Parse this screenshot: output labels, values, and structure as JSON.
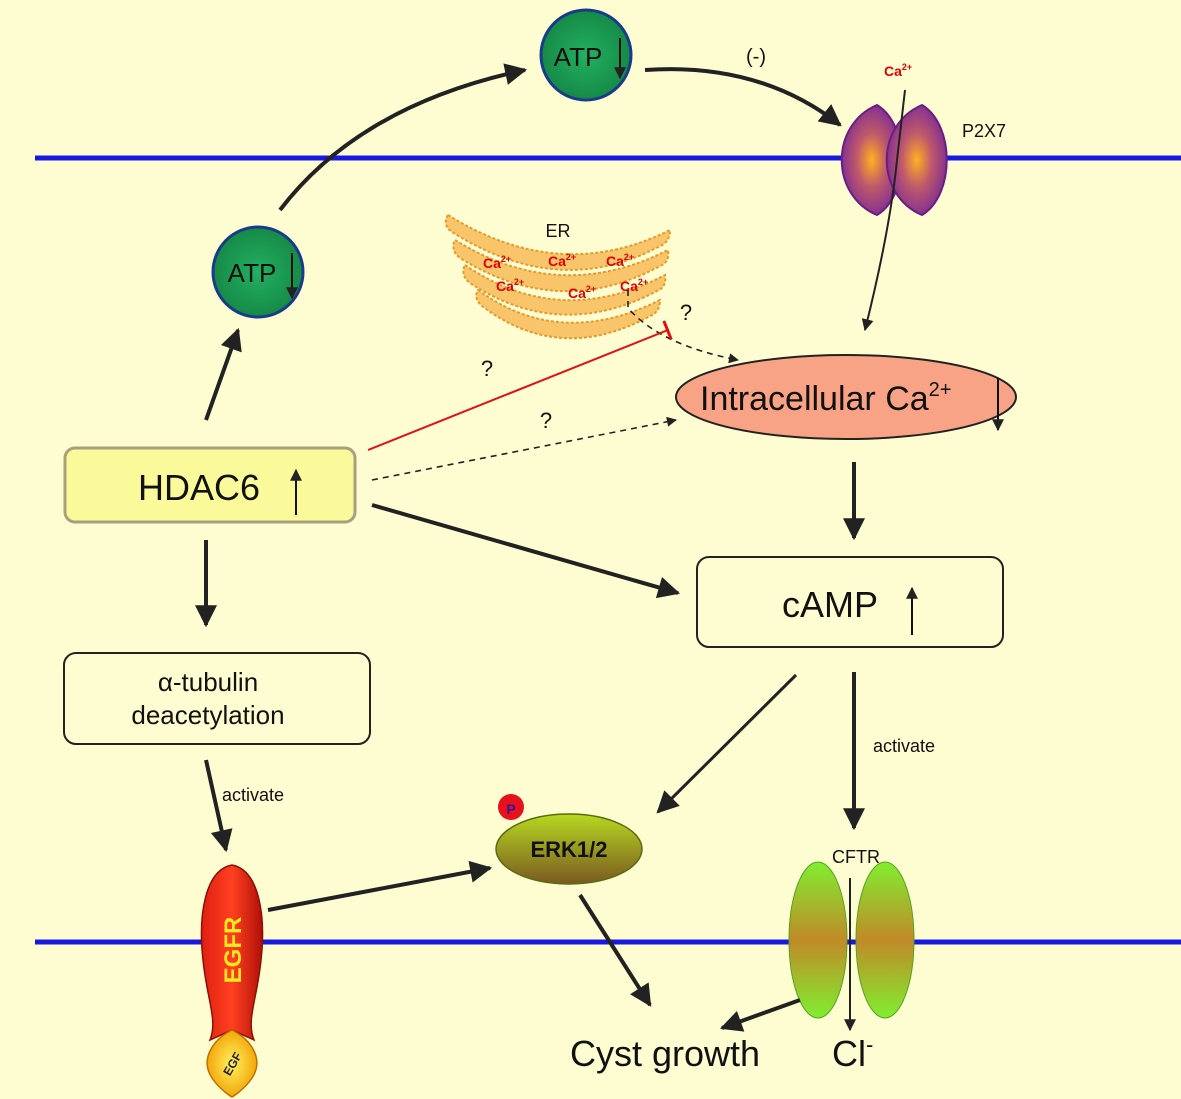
{
  "nodes": {
    "atp_top": "ATP",
    "atp_left": "ATP",
    "neg_sign": "(-)",
    "ca_p2x7": "Ca",
    "ca_sup": "2+",
    "p2x7": "P2X7",
    "er": "ER",
    "er_ca": "Ca",
    "er_ca_sup": "2+",
    "q1": "?",
    "q2": "?",
    "q3": "?",
    "intracellular_ca": "Intracellular Ca",
    "intracellular_ca_sup": "2+",
    "hdac6": "HDAC6",
    "camp": "cAMP",
    "tubulin_line1": "α-tubulin",
    "tubulin_line2": "deacetylation",
    "activate_left": "activate",
    "activate_right": "activate",
    "p_badge": "P",
    "erk": "ERK1/2",
    "cftr": "CFTR",
    "egfr": "EGFR",
    "egf": "EGF",
    "cyst_growth": "Cyst growth",
    "cl": "Cl",
    "cl_sup": "-"
  },
  "colors": {
    "background": "#fefdd2",
    "membrane": "#1818e0",
    "atp_fill": "#1b9a52",
    "hdac6_fill": "#fbfa9a",
    "intracellular_ca_fill": "#f8a286",
    "er_fill": "#f9c56a",
    "inhibition_line": "#e01010",
    "p2x7_fill": "#8a2a9c",
    "cftr_fill": "#7ce030",
    "erk_fill": "#a6c020",
    "egfr_fill": "#d21a10"
  }
}
